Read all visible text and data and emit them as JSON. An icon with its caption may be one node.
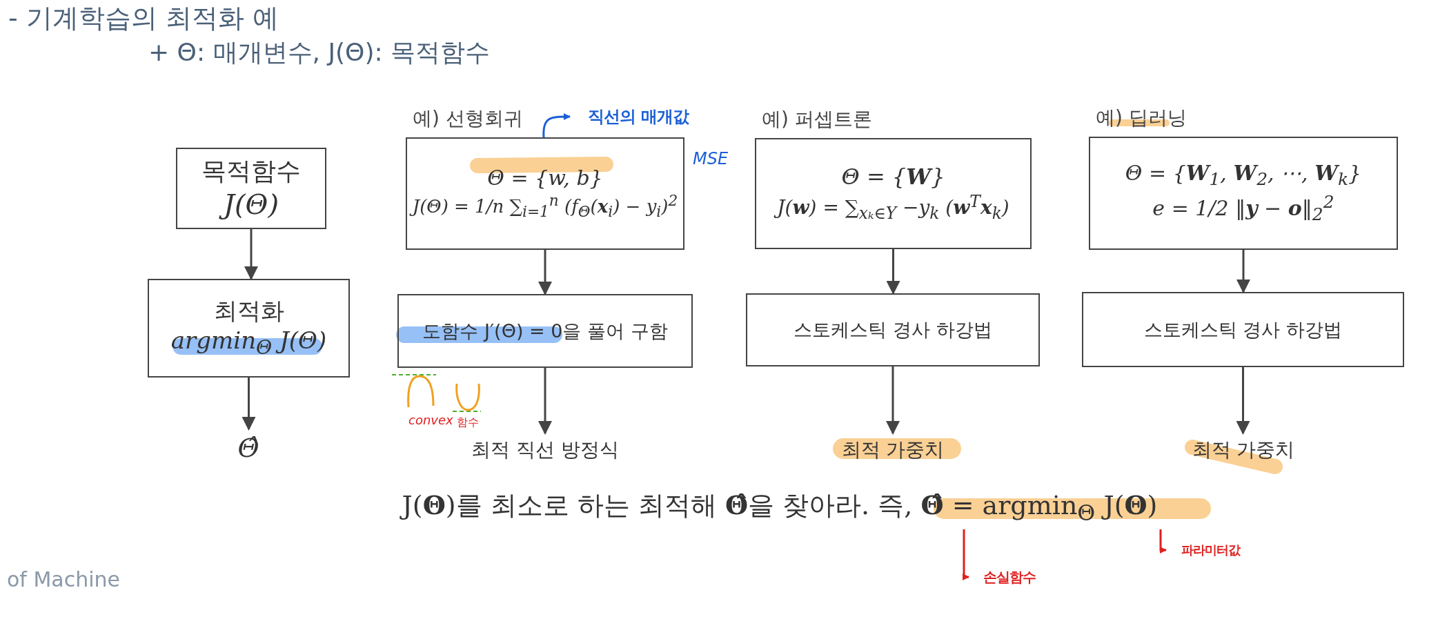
{
  "diagram": {
    "nodes": [
      {
        "text": [
          "목적함수",
          "J(Θ)"
        ]
      },
      {
        "text": [
          "최적화",
          "argmin$_{Θ}$ J(Θ)"
        ]
      },
      {
        "text": [
          "Θ̂"
        ]
      },
      {
        "text": [
          "예) 선형회귀",
          "Θ = {w, b}",
          "J(Θ) = 1/n ∑$_{i=1}$$^{n}$ (f$_{Θ}$(**x**$_{i}$) − y$_{i}$)$^{2}$"
        ]
      },
      {
        "text": [
          "도함수 J′(Θ) = 0을 풀어 구함"
        ]
      },
      {
        "text": [
          "최적 직선 방정식"
        ]
      },
      {
        "text": [
          "예) 퍼셉트론",
          "Θ = {**W**}",
          "J(**w**) = ∑$_{xₖ∈Y}$ −y$_{k}$ (**w**$^{T}$**x**$_{k}$)"
        ]
      },
      {
        "text": [
          "스토케스틱 경사 하강법"
        ]
      },
      {
        "text": [
          "최적 가중치"
        ]
      },
      {
        "text": [
          "예) 딥러닝",
          "Θ = {**W**$_{1}$, **W**$_{2}$, ⋯, **W**$_{k}$}",
          "e = 1/2 ‖**y** − **o**‖$_{2}$$^{2}$"
        ]
      },
      {
        "text": [
          "스토케스틱 경사 하강법"
        ]
      },
      {
        "text": [
          "최적 가중치"
        ]
      },
      {
        "text": [
          "직선의 매개값"
        ]
      },
      {
        "text": [
          "손실함수"
        ]
      },
      {
        "text": [
          "파라미터값"
        ]
      },
      {
        "text": [
          "J(**Θ**)를 최소로 하는 최적해 **Θ̂**을 찾아라.  즉, **Θ̂** = argmin$_{Θ}$ J(**Θ**)"
        ]
      }
    ],
    "edges": [
      {
        "from": 0,
        "to": 1,
        "arrow": "to"
      },
      {
        "from": 1,
        "to": 2,
        "arrow": "to"
      },
      {
        "from": 3,
        "to": 4,
        "arrow": "to"
      },
      {
        "from": 4,
        "to": 5,
        "arrow": "to"
      },
      {
        "from": 6,
        "to": 7,
        "arrow": "to"
      },
      {
        "from": 7,
        "to": 8,
        "arrow": "to"
      },
      {
        "from": 9,
        "to": 10,
        "arrow": "to"
      },
      {
        "from": 10,
        "to": 11,
        "arrow": "to"
      },
      {
        "from": 3,
        "to": 12,
        "arrow": "to",
        "color": "#1a5fd6"
      },
      {
        "from": 15,
        "to": 13,
        "arrow": "to",
        "color": "#e02020"
      },
      {
        "from": 15,
        "to": 14,
        "arrow": "to",
        "color": "#e02020"
      }
    ],
    "labels": [
      "- 기계학습의 최적화 예",
      "+ Θ: 매개변수, J(Θ): 목적함수",
      "MSE",
      "convex",
      "함수",
      "of Machine"
    ]
  }
}
